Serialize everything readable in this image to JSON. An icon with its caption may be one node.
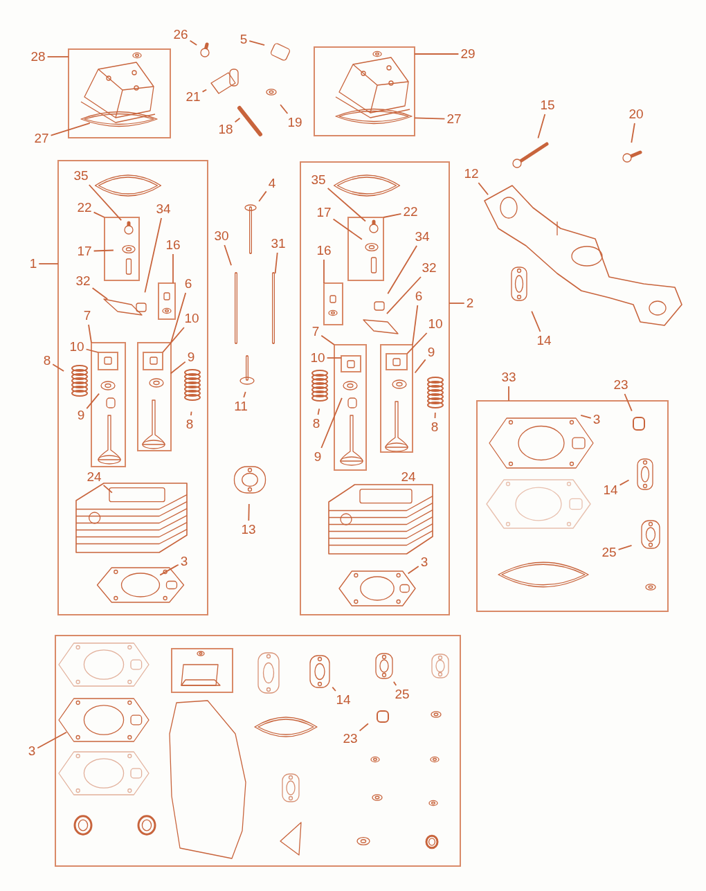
{
  "diagram": {
    "nodes": [
      {
        "text": [],
        "shape": "box"
      },
      {
        "text": [
          "28"
        ]
      },
      {
        "text": [
          "27"
        ]
      },
      {
        "text": [
          "26"
        ]
      },
      {
        "text": [
          "5"
        ]
      },
      {
        "text": [
          "21"
        ]
      },
      {
        "text": [
          "18"
        ]
      },
      {
        "text": [
          "19"
        ]
      },
      {
        "text": [],
        "shape": "box"
      },
      {
        "text": [
          "29"
        ]
      },
      {
        "text": [
          "27"
        ]
      },
      {
        "text": [
          "15"
        ]
      },
      {
        "text": [
          "20"
        ]
      },
      {
        "text": [
          "12"
        ]
      },
      {
        "text": [
          "14"
        ]
      },
      {
        "text": [],
        "shape": "box"
      },
      {
        "text": [
          "1"
        ]
      },
      {
        "text": [
          "35"
        ],
        "in": 15
      },
      {
        "text": [
          "22"
        ],
        "in": 15
      },
      {
        "text": [],
        "shape": "box",
        "in": 15
      },
      {
        "text": [
          "17"
        ],
        "in": 15
      },
      {
        "text": [
          "34"
        ],
        "in": 15
      },
      {
        "text": [
          "16"
        ],
        "in": 15
      },
      {
        "text": [],
        "shape": "box",
        "in": 15
      },
      {
        "text": [
          "32"
        ],
        "in": 15
      },
      {
        "text": [
          "7"
        ],
        "in": 15
      },
      {
        "text": [],
        "shape": "box",
        "in": 15
      },
      {
        "text": [
          "10"
        ],
        "in": 15
      },
      {
        "text": [],
        "shape": "box",
        "in": 26
      },
      {
        "text": [
          "6"
        ],
        "in": 15
      },
      {
        "text": [],
        "shape": "box",
        "in": 15
      },
      {
        "text": [
          "10"
        ],
        "in": 15
      },
      {
        "text": [],
        "shape": "box",
        "in": 30
      },
      {
        "text": [
          "8"
        ]
      },
      {
        "text": [
          "9"
        ],
        "in": 15
      },
      {
        "text": [
          "9"
        ],
        "in": 15
      },
      {
        "text": [
          "8"
        ],
        "in": 15
      },
      {
        "text": [
          "24"
        ],
        "in": 15
      },
      {
        "text": [
          "3"
        ],
        "in": 15
      },
      {
        "text": [
          "30"
        ]
      },
      {
        "text": [
          "4"
        ]
      },
      {
        "text": [
          "31"
        ]
      },
      {
        "text": [
          "11"
        ]
      },
      {
        "text": [
          "13"
        ]
      },
      {
        "text": [],
        "shape": "box"
      },
      {
        "text": [
          "2"
        ]
      },
      {
        "text": [
          "35"
        ],
        "in": 44
      },
      {
        "text": [
          "17"
        ],
        "in": 44
      },
      {
        "text": [
          "22"
        ],
        "in": 44
      },
      {
        "text": [],
        "shape": "box",
        "in": 44
      },
      {
        "text": [
          "34"
        ],
        "in": 44
      },
      {
        "text": [
          "16"
        ],
        "in": 44
      },
      {
        "text": [],
        "shape": "box",
        "in": 44
      },
      {
        "text": [
          "32"
        ],
        "in": 44
      },
      {
        "text": [
          "7"
        ],
        "in": 44
      },
      {
        "text": [],
        "shape": "box",
        "in": 44
      },
      {
        "text": [
          "10"
        ],
        "in": 44
      },
      {
        "text": [],
        "shape": "box",
        "in": 55
      },
      {
        "text": [
          "6"
        ],
        "in": 44
      },
      {
        "text": [],
        "shape": "box",
        "in": 44
      },
      {
        "text": [
          "10"
        ],
        "in": 44
      },
      {
        "text": [],
        "shape": "box",
        "in": 59
      },
      {
        "text": [
          "8"
        ],
        "in": 44
      },
      {
        "text": [
          "9"
        ],
        "in": 44
      },
      {
        "text": [
          "8"
        ],
        "in": 44
      },
      {
        "text": [
          "9"
        ],
        "in": 44
      },
      {
        "text": [
          "24"
        ],
        "in": 44
      },
      {
        "text": [
          "3"
        ],
        "in": 44
      },
      {
        "text": [],
        "shape": "box"
      },
      {
        "text": [
          "33"
        ]
      },
      {
        "text": [
          "23"
        ]
      },
      {
        "text": [
          "3"
        ],
        "in": 68
      },
      {
        "text": [
          "14"
        ],
        "in": 68
      },
      {
        "text": [
          "25"
        ],
        "in": 68
      },
      {
        "text": [],
        "shape": "box"
      },
      {
        "text": [],
        "shape": "box",
        "in": 74
      },
      {
        "text": [
          "3"
        ]
      },
      {
        "text": [
          "14"
        ],
        "in": 74
      },
      {
        "text": [
          "25"
        ],
        "in": 74
      },
      {
        "text": [
          "23"
        ],
        "in": 74
      }
    ],
    "edges": [
      {
        "from": 1,
        "to": 0,
        "arrow": "none"
      },
      {
        "from": 2,
        "to": 0,
        "arrow": "none"
      },
      {
        "from": 3,
        "to": null,
        "arrow": "none"
      },
      {
        "from": 4,
        "to": null,
        "arrow": "none"
      },
      {
        "from": 5,
        "to": null,
        "arrow": "none"
      },
      {
        "from": 6,
        "to": null,
        "arrow": "none"
      },
      {
        "from": 7,
        "to": null,
        "arrow": "none"
      },
      {
        "from": 9,
        "to": 8,
        "arrow": "none"
      },
      {
        "from": 10,
        "to": 8,
        "arrow": "none"
      },
      {
        "from": 11,
        "to": null,
        "arrow": "none"
      },
      {
        "from": 12,
        "to": null,
        "arrow": "none"
      },
      {
        "from": 13,
        "to": null,
        "arrow": "none"
      },
      {
        "from": 14,
        "to": null,
        "arrow": "none"
      },
      {
        "from": 16,
        "to": 15,
        "arrow": "none"
      },
      {
        "from": 17,
        "to": 19,
        "arrow": "none"
      },
      {
        "from": 18,
        "to": 19,
        "arrow": "none"
      },
      {
        "from": 20,
        "to": 19,
        "arrow": "none"
      },
      {
        "from": 21,
        "to": null,
        "arrow": "none"
      },
      {
        "from": 22,
        "to": 23,
        "arrow": "none"
      },
      {
        "from": 24,
        "to": null,
        "arrow": "none"
      },
      {
        "from": 25,
        "to": 26,
        "arrow": "none"
      },
      {
        "from": 27,
        "to": 28,
        "arrow": "none"
      },
      {
        "from": 29,
        "to": 30,
        "arrow": "none"
      },
      {
        "from": 31,
        "to": 32,
        "arrow": "none"
      },
      {
        "from": 33,
        "to": null,
        "arrow": "none"
      },
      {
        "from": 34,
        "to": 26,
        "arrow": "none"
      },
      {
        "from": 35,
        "to": 30,
        "arrow": "none"
      },
      {
        "from": 36,
        "to": null,
        "arrow": "none"
      },
      {
        "from": 37,
        "to": null,
        "arrow": "none"
      },
      {
        "from": 38,
        "to": null,
        "arrow": "none"
      },
      {
        "from": 39,
        "to": null,
        "arrow": "none"
      },
      {
        "from": 40,
        "to": null,
        "arrow": "none"
      },
      {
        "from": 41,
        "to": null,
        "arrow": "none"
      },
      {
        "from": 42,
        "to": null,
        "arrow": "none"
      },
      {
        "from": 43,
        "to": null,
        "arrow": "none"
      },
      {
        "from": 45,
        "to": 44,
        "arrow": "none"
      },
      {
        "from": 46,
        "to": 49,
        "arrow": "none"
      },
      {
        "from": 47,
        "to": 49,
        "arrow": "none"
      },
      {
        "from": 48,
        "to": 49,
        "arrow": "none"
      },
      {
        "from": 50,
        "to": null,
        "arrow": "none"
      },
      {
        "from": 51,
        "to": 52,
        "arrow": "none"
      },
      {
        "from": 53,
        "to": null,
        "arrow": "none"
      },
      {
        "from": 54,
        "to": 55,
        "arrow": "none"
      },
      {
        "from": 56,
        "to": 57,
        "arrow": "none"
      },
      {
        "from": 58,
        "to": 59,
        "arrow": "none"
      },
      {
        "from": 60,
        "to": 61,
        "arrow": "none"
      },
      {
        "from": 62,
        "to": null,
        "arrow": "none"
      },
      {
        "from": 63,
        "to": 59,
        "arrow": "none"
      },
      {
        "from": 64,
        "to": null,
        "arrow": "none"
      },
      {
        "from": 65,
        "to": 55,
        "arrow": "none"
      },
      {
        "from": 67,
        "to": null,
        "arrow": "none"
      },
      {
        "from": 69,
        "to": 68,
        "arrow": "none"
      },
      {
        "from": 70,
        "to": null,
        "arrow": "none"
      },
      {
        "from": 71,
        "to": null,
        "arrow": "none"
      },
      {
        "from": 72,
        "to": null,
        "arrow": "none"
      },
      {
        "from": 73,
        "to": null,
        "arrow": "none"
      },
      {
        "from": 76,
        "to": null,
        "arrow": "none"
      },
      {
        "from": 77,
        "to": null,
        "arrow": "none"
      },
      {
        "from": 78,
        "to": null,
        "arrow": "none"
      },
      {
        "from": 79,
        "to": null,
        "arrow": "none"
      }
    ]
  }
}
